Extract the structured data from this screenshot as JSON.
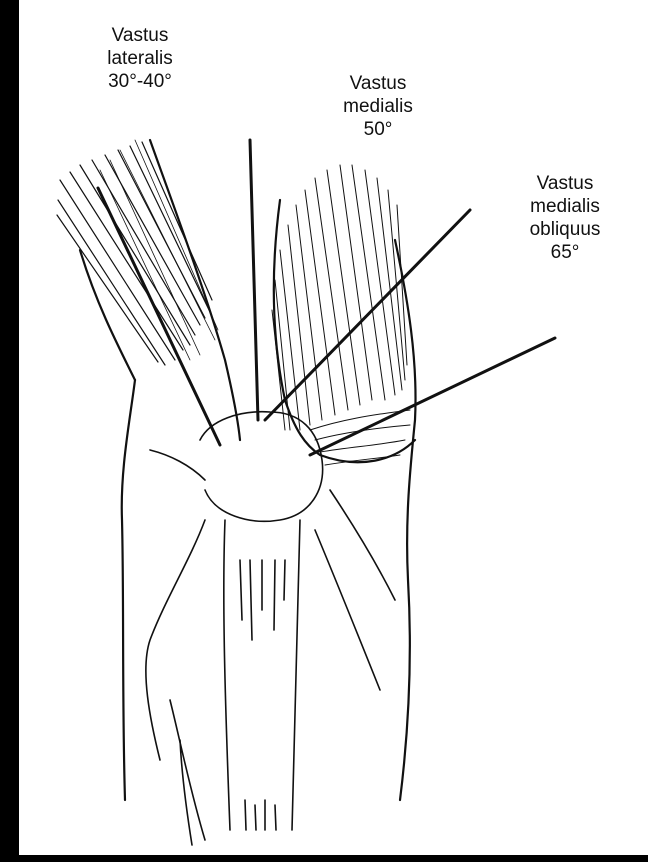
{
  "labels": {
    "vastus_lateralis": {
      "name_line1": "Vastus",
      "name_line2": "lateralis",
      "angle": "30°-40°"
    },
    "vastus_medialis": {
      "name_line1": "Vastus",
      "name_line2": "medialis",
      "angle": "50°"
    },
    "vastus_medialis_obliquus": {
      "name_line1": "Vastus",
      "name_line2": "medialis",
      "name_line3": "obliquus",
      "angle": "65°"
    }
  },
  "colors": {
    "background": "#000000",
    "paper": "#ffffff",
    "ink": "#111111"
  }
}
